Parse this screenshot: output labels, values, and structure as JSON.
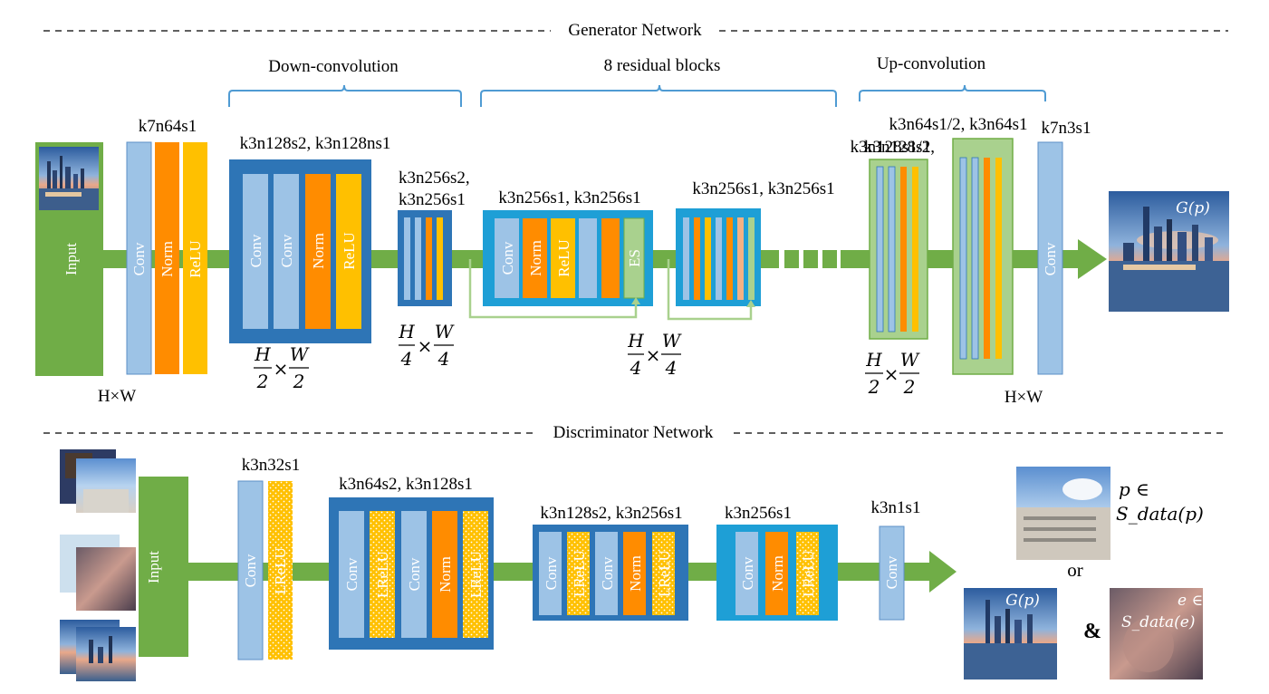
{
  "sections": {
    "generator_title": "Generator Network",
    "discriminator_title": "Discriminator Network"
  },
  "groups": {
    "down_conv": "Down-convolution",
    "residual": "8 residual blocks",
    "up_conv": "Up-convolution"
  },
  "generator": {
    "input_label": "Input",
    "input_size": "H×W",
    "output_size": "H×W",
    "output_label": "G(p)",
    "block1_label": "k7n64s1",
    "block1_layers": [
      "Conv",
      "Norm",
      "ReLU"
    ],
    "block2_label": "k3n128s2, k3n128ns1",
    "block2_layers": [
      "Conv",
      "Conv",
      "Norm",
      "ReLU"
    ],
    "size_half": {
      "h": "H",
      "w": "W",
      "d": "2"
    },
    "block3_label_line1": "k3n256s2,",
    "block3_label_line2": "k3n256s1",
    "size_quarter": {
      "h": "H",
      "w": "W",
      "d": "4"
    },
    "res1_label": "k3n256s1,  k3n256s1",
    "res1_layers": [
      "Conv",
      "Norm",
      "ReLU",
      "ES"
    ],
    "res2_label": "k3n256s1,  k3n256s1",
    "up1_label_line1": "k3n128s1/2,",
    "up1_label_line2": "k3n128s1",
    "up2_label": "k3n64s1/2, k3n64s1",
    "final_label": "k7n3s1",
    "final_layer": "Conv"
  },
  "discriminator": {
    "input_label": "Input",
    "block1_label": "k3n32s1",
    "block1_layers": [
      "Conv",
      "LReLU"
    ],
    "block2_label": "k3n64s2, k3n128s1",
    "block2_layers": [
      "Conv",
      "LReLU",
      "Conv",
      "Norm",
      "LReLU"
    ],
    "block3_label": "k3n128s2, k3n256s1",
    "block3_layers": [
      "Conv",
      "LReLU",
      "Conv",
      "Norm",
      "LReLU"
    ],
    "block4_label": "k3n256s1",
    "block4_layers": [
      "Conv",
      "Norm",
      "LReLU"
    ],
    "block5_label": "k3n1s1",
    "block5_layer": "Conv",
    "out_p_line1": "p ∈",
    "out_p_line2": "S_data(p)",
    "or_text": "or",
    "out_g": "G(p)",
    "amp": "&",
    "out_e_line1": "e ∈",
    "out_e_line2": "S_data(e)"
  },
  "colors": {
    "green": "#70AD47",
    "green_light": "#A9D18E",
    "conv_blue": "#9DC3E6",
    "norm_orange": "#FF8C00",
    "relu_gold": "#FFC000",
    "block_blue": "#2E75B6",
    "res_cyan": "#1E9FD6"
  }
}
